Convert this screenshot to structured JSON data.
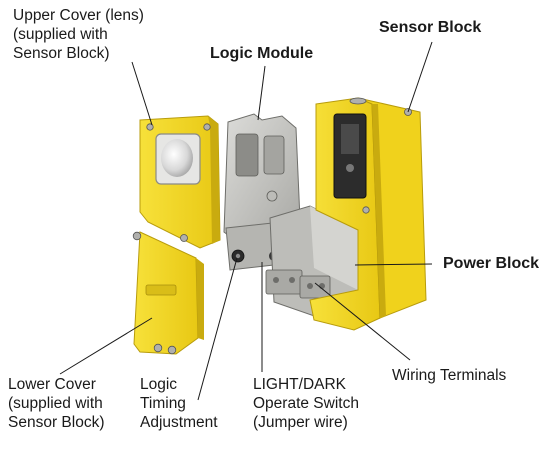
{
  "labels": {
    "upper_cover": [
      "Upper Cover (lens)",
      "(supplied with",
      "Sensor Block)"
    ],
    "logic_module": "Logic Module",
    "sensor_block": "Sensor Block",
    "power_block": "Power Block",
    "lower_cover": [
      "Lower Cover",
      "(supplied with",
      "Sensor Block)"
    ],
    "logic_timing": [
      "Logic",
      "Timing",
      "Adjustment"
    ],
    "light_dark": [
      "LIGHT/DARK",
      "Operate Switch",
      "(Jumper wire)"
    ],
    "wiring_terminals": "Wiring Terminals"
  },
  "colors": {
    "housing_yellow": "#f2d61c",
    "housing_shadow": "#c9ab0f",
    "module_gray": "#c8c8c5",
    "module_shadow": "#9a9a96",
    "leader_line": "#1a1a1a"
  }
}
